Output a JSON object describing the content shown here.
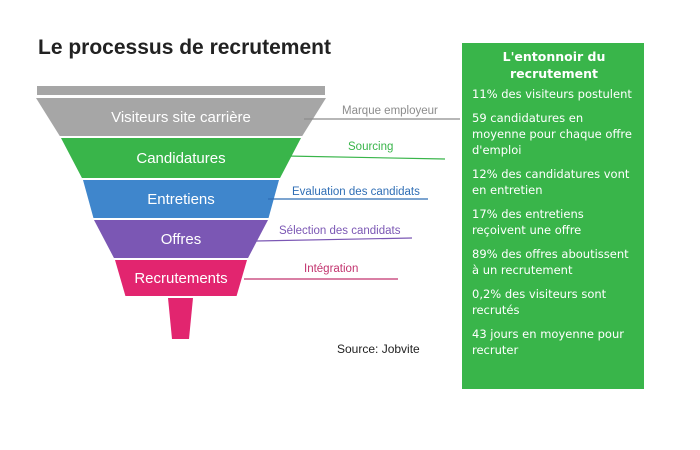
{
  "title": "Le processus de recrutement",
  "source": "Source: Jobvite",
  "colors": {
    "top_bar": "#a6a6a6",
    "panel": "#39b54a"
  },
  "funnel": {
    "stages": [
      {
        "label": "Visiteurs site carrière",
        "color": "#a6a6a6"
      },
      {
        "label": "Candidatures",
        "color": "#39b54a"
      },
      {
        "label": "Entretiens",
        "color": "#3f86cc"
      },
      {
        "label": "Offres",
        "color": "#7b57b4"
      },
      {
        "label": "Recrutements",
        "color": "#e2256f"
      }
    ],
    "annotations": [
      {
        "label": "Marque employeur",
        "color": "#8c8c8c"
      },
      {
        "label": "Sourcing",
        "color": "#39b54a"
      },
      {
        "label": "Evaluation des candidats",
        "color": "#2f6eb5"
      },
      {
        "label": "Sélection des candidats",
        "color": "#7b57b4"
      },
      {
        "label": "Intégration",
        "color": "#c2336e"
      }
    ]
  },
  "panel": {
    "title": "L'entonnoir du recrutement",
    "stats": [
      "11% des visiteurs postulent",
      "59 candidatures en moyenne pour chaque offre d'emploi",
      "12% des candidatures vont en entretien",
      "17% des entretiens reçoivent une offre",
      "89% des offres aboutissent à un recrutement",
      "0,2% des visiteurs sont recrutés",
      "43 jours en moyenne pour recruter"
    ]
  }
}
